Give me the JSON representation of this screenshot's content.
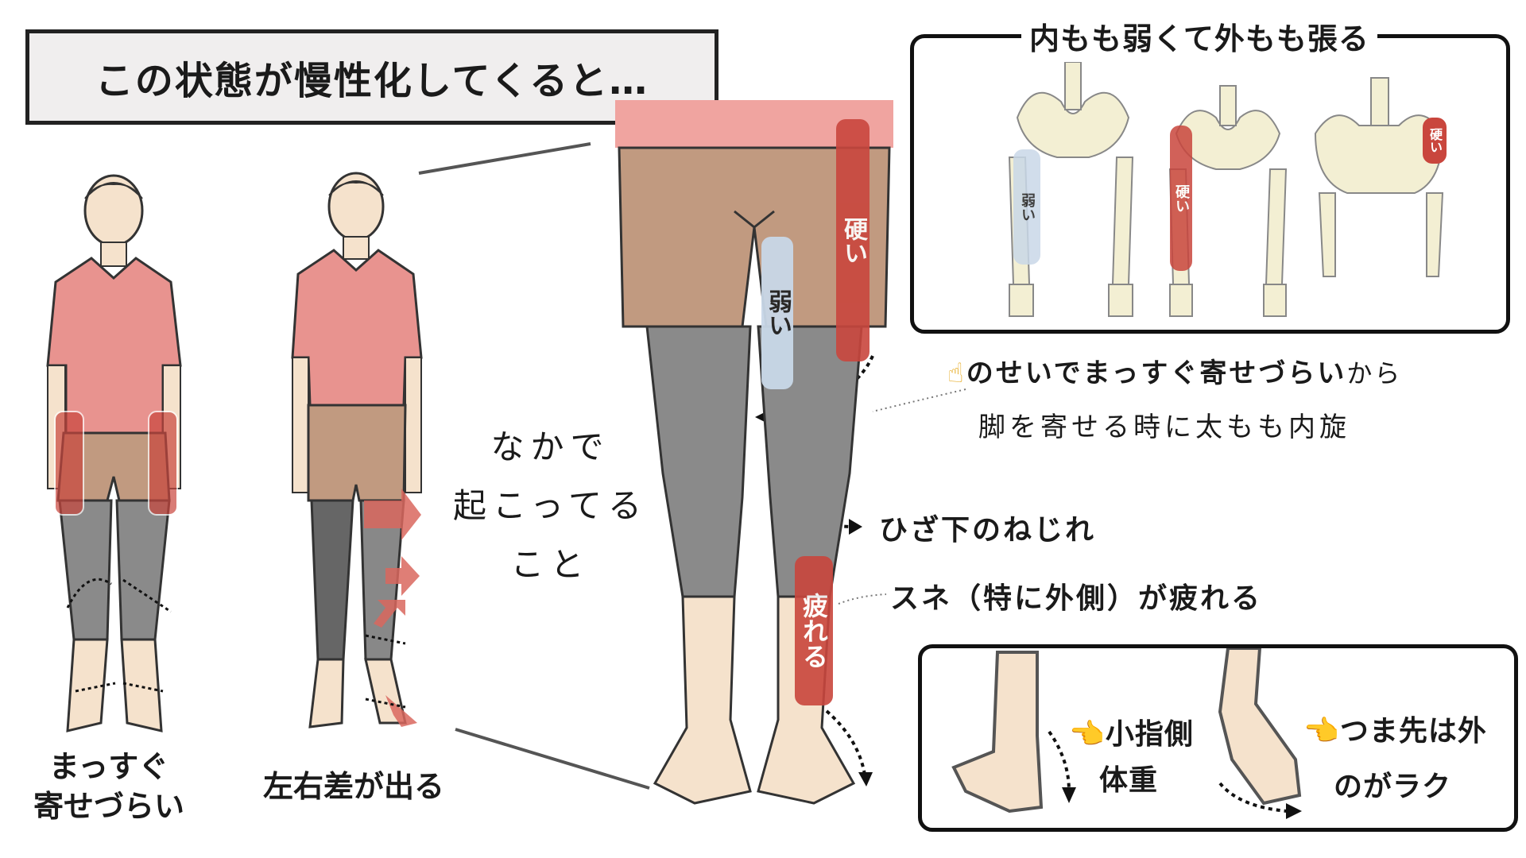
{
  "title": "この状態が慢性化してくると…",
  "figures": {
    "straight_label": [
      "まっすぐ",
      "寄せづらい"
    ],
    "asymmetry_label": "左右差が出る",
    "center_caption": [
      "なかで",
      "起こってる",
      "こと"
    ]
  },
  "big_leg": {
    "hard_tag": "硬い",
    "weak_tag": "弱い",
    "tired_tag": "疲れる"
  },
  "bones_box": {
    "title": "内もも弱くて外もも張る",
    "tags": [
      "弱い",
      "硬い",
      "硬い"
    ]
  },
  "notes": {
    "line1_emoji": "☝",
    "line1_bold": "のせいでまっすぐ寄せづらい",
    "line1_tail": "から",
    "line2": "脚を寄せる時に太もも内旋",
    "knee_twist": "ひざ下のねじれ",
    "shin_tired": "スネ（特に外側）が疲れる"
  },
  "feet_box": {
    "pointer_emoji": "👈",
    "left_text": [
      "小指側",
      "体重"
    ],
    "right_text": [
      "つま先は外",
      "のがラク"
    ]
  },
  "colors": {
    "hard": "#c9463d",
    "weak": "#c9d8e8",
    "shirt": "#e8938f",
    "shorts": "#c19a80",
    "tights": "#8a8a8a",
    "skin": "#f5e2cc",
    "bone": "#f3efd3"
  }
}
